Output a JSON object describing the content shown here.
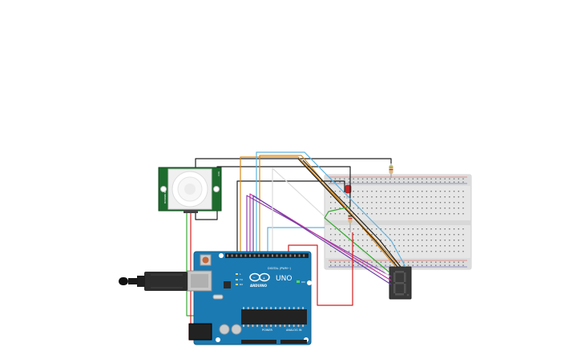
{
  "arduino": {
    "brand": "ARDUINO",
    "model": "UNO",
    "on_label": "ON",
    "digital_label": "DIGITAL (PWM~)",
    "power_label": "POWER",
    "analog_label": "ANALOG IN",
    "tx_label": "TX",
    "rx_label": "RX",
    "l_label": "L"
  },
  "pir_sensor": {
    "side_label": "PIR SENSOR",
    "vcc_label": "VCC",
    "out_label": "OUT",
    "gnd_label": "GND"
  },
  "seven_segment": {
    "digit": "8"
  },
  "colors": {
    "board": "#1b7ab2",
    "board_dark": "#135d8a",
    "pcb_green": "#1e6b2e",
    "breadboard": "#e9e9e9",
    "wire_red": "#d22020",
    "wire_black": "#222222",
    "wire_green": "#3aaa35",
    "wire_orange": "#d98a1a",
    "wire_blue": "#5fb3e0",
    "wire_purple": "#8e3fa8",
    "wire_magenta": "#c03ba0",
    "wire_white": "#dddddd",
    "led": "#c0282a"
  },
  "icons": [
    "usb-cable-icon",
    "arduino-infinity-logo-icon",
    "reset-button-icon"
  ]
}
